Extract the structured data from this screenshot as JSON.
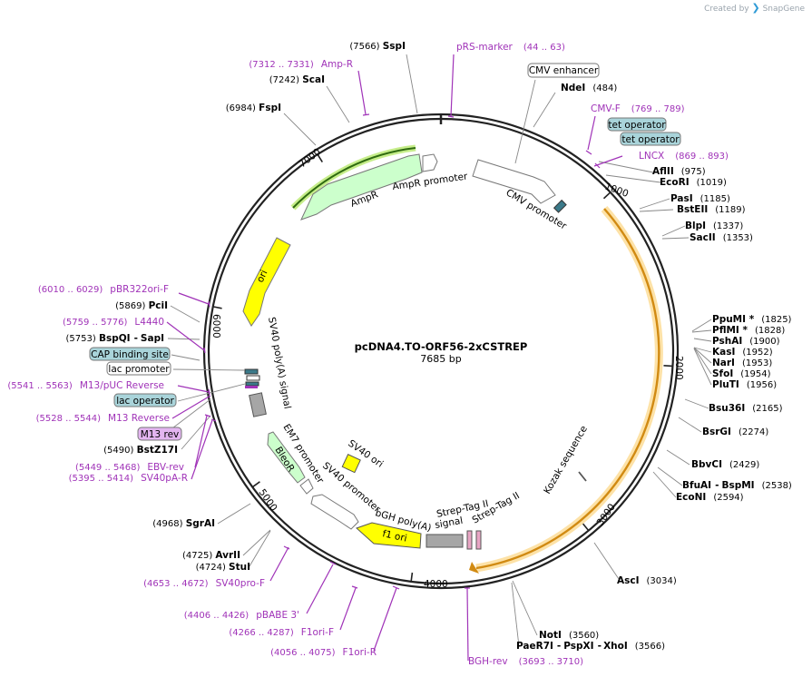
{
  "app": {
    "watermark_prefix": "Created by",
    "watermark_brand": "SnapGene"
  },
  "plasmid": {
    "name": "pcDNA4.TO-ORF56-2xCSTREP",
    "length_label": "7685 bp",
    "length": 7685
  },
  "ticks": [
    "1000",
    "2000",
    "3000",
    "4000",
    "5000",
    "6000",
    "7000"
  ],
  "features": [
    {
      "id": "cmv-enhancer",
      "name": "CMV enhancer",
      "start": 11,
      "end": 390,
      "strand": 1,
      "color": "#ffffff"
    },
    {
      "id": "cmv-promoter",
      "name": "CMV promoter",
      "start": 391,
      "end": 594,
      "strand": 1,
      "color": "#ffffff"
    },
    {
      "id": "tet-operator",
      "name": "tet operator",
      "start": 867,
      "end": 906,
      "strand": 1,
      "color": "#3b7a8a"
    },
    {
      "id": "orf56",
      "name": "",
      "start": 980,
      "end": 3600,
      "strand": 1,
      "color": "#f6a52a"
    },
    {
      "id": "strep-tag-1",
      "name": "Strep-Tag II",
      "start": 3609,
      "end": 3632,
      "strand": 1,
      "color": "#e8a5c4"
    },
    {
      "id": "strep-tag-2",
      "name": "Strep-Tag II",
      "start": 3645,
      "end": 3668,
      "strand": 1,
      "color": "#e8a5c4"
    },
    {
      "id": "bgh-polya",
      "name": "bGH poly(A) signal",
      "start": 3694,
      "end": 3918,
      "strand": 1,
      "color": "#a6a6a6"
    },
    {
      "id": "f1-ori",
      "name": "f1 ori",
      "start": 3964,
      "end": 4392,
      "strand": -1,
      "color": "#ffff00"
    },
    {
      "id": "sv40-promoter",
      "name": "SV40 promoter",
      "start": 4398,
      "end": 4727,
      "strand": -1,
      "color": "#ffffff"
    },
    {
      "id": "em7-promoter",
      "name": "EM7 promoter",
      "start": 4777,
      "end": 4824,
      "strand": -1,
      "color": "#ffffff"
    },
    {
      "id": "bleor",
      "name": "BleoR",
      "start": 4843,
      "end": 5217,
      "strand": -1,
      "color": "#ccffcc"
    },
    {
      "id": "sv40-polya",
      "name": "SV40 poly(A) signal",
      "start": 5351,
      "end": 5472,
      "strand": -1,
      "color": "#a6a6a6"
    },
    {
      "id": "lac-promoter",
      "name": "lac promoter",
      "start": 5560,
      "end": 5590,
      "strand": 1,
      "color": "#3b7a8a"
    },
    {
      "id": "lac-operator",
      "name": "lac operator",
      "start": 5536,
      "end": 5552,
      "strand": 1,
      "color": "#3b7a8a"
    },
    {
      "id": "cap-site",
      "name": "CAP binding site",
      "start": 5598,
      "end": 5614,
      "strand": 1,
      "color": "#3b7a8a"
    },
    {
      "id": "ori",
      "name": "ori",
      "start": 5873,
      "end": 6461,
      "strand": -1,
      "color": "#ffff00"
    },
    {
      "id": "ampr",
      "name": "AmpR",
      "start": 6632,
      "end": 7492,
      "strand": -1,
      "color": "#ccffcc"
    },
    {
      "id": "ampr-promoter",
      "name": "AmpR promoter",
      "start": 7493,
      "end": 7597,
      "strand": -1,
      "color": "#ffffff"
    },
    {
      "id": "sv40-ori",
      "name": "SV40 ori",
      "start": 4728,
      "end": 4862,
      "strand": 0,
      "color": "#ffff00"
    }
  ],
  "inner_labels": [
    {
      "id": "cmv-promoter-label",
      "text": "CMV promoter"
    },
    {
      "id": "ampr-label",
      "text": "AmpR"
    },
    {
      "id": "ampr-promoter-label",
      "text": "AmpR promoter"
    },
    {
      "id": "ori-label",
      "text": "ori"
    },
    {
      "id": "sv40-polya-label",
      "text": "SV40 poly(A) signal"
    },
    {
      "id": "em7-label",
      "text": "EM7 promoter"
    },
    {
      "id": "bleor-label",
      "text": "BleoR"
    },
    {
      "id": "sv40-promoter-label",
      "text": "SV40 promoter"
    },
    {
      "id": "sv40-ori-label",
      "text": "SV40 ori"
    },
    {
      "id": "bgh-label",
      "text": "bGH poly(A)"
    },
    {
      "id": "bgh-label2",
      "text": "signal"
    },
    {
      "id": "f1ori-label",
      "text": "f1 ori"
    },
    {
      "id": "strep1-label",
      "text": "Strep-Tag II"
    },
    {
      "id": "strep2-label",
      "text": "Strep-Tag II"
    },
    {
      "id": "kozak-label",
      "text": "Kozak sequence"
    }
  ],
  "sites": [
    {
      "id": "sspi",
      "name": "SspI",
      "pos": "(7566)"
    },
    {
      "id": "scai",
      "name": "ScaI",
      "pos": "(7242)"
    },
    {
      "id": "fspi",
      "name": "FspI",
      "pos": "(6984)"
    },
    {
      "id": "ndei",
      "name": "NdeI",
      "pos": "(484)"
    },
    {
      "id": "aflii",
      "name": "AflII",
      "pos": "(975)"
    },
    {
      "id": "ecori",
      "name": "EcoRI",
      "pos": "(1019)"
    },
    {
      "id": "pasi",
      "name": "PasI",
      "pos": "(1185)"
    },
    {
      "id": "bsteii",
      "name": "BstEII",
      "pos": "(1189)"
    },
    {
      "id": "blpi",
      "name": "BlpI",
      "pos": "(1337)"
    },
    {
      "id": "sacii",
      "name": "SacII",
      "pos": "(1353)"
    },
    {
      "id": "ppumi",
      "name": "PpuMI *",
      "pos": "(1825)"
    },
    {
      "id": "pflmi",
      "name": "PflMI *",
      "pos": "(1828)"
    },
    {
      "id": "pshai",
      "name": "PshAI",
      "pos": "(1900)"
    },
    {
      "id": "kasi",
      "name": "KasI",
      "pos": "(1952)"
    },
    {
      "id": "nari",
      "name": "NarI",
      "pos": "(1953)"
    },
    {
      "id": "sfoi",
      "name": "SfoI",
      "pos": "(1954)"
    },
    {
      "id": "pluti",
      "name": "PluTI",
      "pos": "(1956)"
    },
    {
      "id": "bsu36i",
      "name": "Bsu36I",
      "pos": "(2165)"
    },
    {
      "id": "bsrgi",
      "name": "BsrGI",
      "pos": "(2274)"
    },
    {
      "id": "bbvci",
      "name": "BbvCI",
      "pos": "(2429)"
    },
    {
      "id": "bfuai",
      "name": "BfuAI",
      "sep": "-",
      "name2": "BspMI",
      "pos": "(2538)"
    },
    {
      "id": "econi",
      "name": "EcoNI",
      "pos": "(2594)"
    },
    {
      "id": "asci",
      "name": "AscI",
      "pos": "(3034)"
    },
    {
      "id": "noti",
      "name": "NotI",
      "pos": "(3560)"
    },
    {
      "id": "paer7i",
      "name": "PaeR7I",
      "name2": "PspXI",
      "name3": "XhoI",
      "pos": "(3566)"
    },
    {
      "id": "avrii",
      "name": "AvrII",
      "pos": "(4725)"
    },
    {
      "id": "stui",
      "name": "StuI",
      "pos": "(4724)"
    },
    {
      "id": "sgrai",
      "name": "SgrAI",
      "pos": "(4968)"
    },
    {
      "id": "bstz17i",
      "name": "BstZ17I",
      "pos": "(5490)"
    },
    {
      "id": "sapi",
      "name": "BspQI",
      "sep": "-",
      "name2": "SapI",
      "pos": "(5753)"
    },
    {
      "id": "pcii",
      "name": "PciI",
      "pos": "(5869)"
    }
  ],
  "primers": [
    {
      "id": "prs-marker",
      "name": "pRS-marker",
      "range": "(44 .. 63)"
    },
    {
      "id": "ampr-primer",
      "name": "Amp-R",
      "range": "(7312 .. 7331)"
    },
    {
      "id": "cmv-f",
      "name": "CMV-F",
      "range": "(769 .. 789)"
    },
    {
      "id": "lncx",
      "name": "LNCX",
      "range": "(869 .. 893)"
    },
    {
      "id": "pbr322ori-f",
      "name": "pBR322ori-F",
      "range": "(6010 .. 6029)"
    },
    {
      "id": "l4440",
      "name": "L4440",
      "range": "(5759 .. 5776)"
    },
    {
      "id": "m13-puc-rev",
      "name": "M13/pUC Reverse",
      "range": "(5541 .. 5563)"
    },
    {
      "id": "m13-reverse",
      "name": "M13 Reverse",
      "range": "(5528 .. 5544)"
    },
    {
      "id": "ebv-rev",
      "name": "EBV-rev",
      "range": "(5449 .. 5468)"
    },
    {
      "id": "sv40pa-r",
      "name": "SV40pA-R",
      "range": "(5395 .. 5414)"
    },
    {
      "id": "sv40pro-f",
      "name": "SV40pro-F",
      "range": "(4653 .. 4672)"
    },
    {
      "id": "pbabe3",
      "name": "pBABE 3'",
      "range": "(4406 .. 4426)"
    },
    {
      "id": "f1ori-f",
      "name": "F1ori-F",
      "range": "(4266 .. 4287)"
    },
    {
      "id": "f1ori-r",
      "name": "F1ori-R",
      "range": "(4056 .. 4075)"
    },
    {
      "id": "bgh-rev",
      "name": "BGH-rev",
      "range": "(3693 .. 3710)"
    }
  ],
  "boxed": [
    {
      "id": "cmv-enh-box",
      "text": "CMV enhancer",
      "style": "white"
    },
    {
      "id": "tet-op-box-1",
      "text": "tet operator",
      "style": "teal"
    },
    {
      "id": "tet-op-box-2",
      "text": "tet operator",
      "style": "teal"
    },
    {
      "id": "cap-box",
      "text": "CAP binding site",
      "style": "teal"
    },
    {
      "id": "lacp-box",
      "text": "lac promoter",
      "style": "white"
    },
    {
      "id": "laco-box",
      "text": "lac operator",
      "style": "teal"
    },
    {
      "id": "m13rev-box",
      "text": "M13 rev",
      "style": "purple"
    }
  ],
  "colors": {
    "primer": "#a033b8",
    "teal_box": "#a9d4da",
    "purple_box": "#e3b5f0",
    "orf_orange": "#f6a52a",
    "backbone": "#222222"
  }
}
